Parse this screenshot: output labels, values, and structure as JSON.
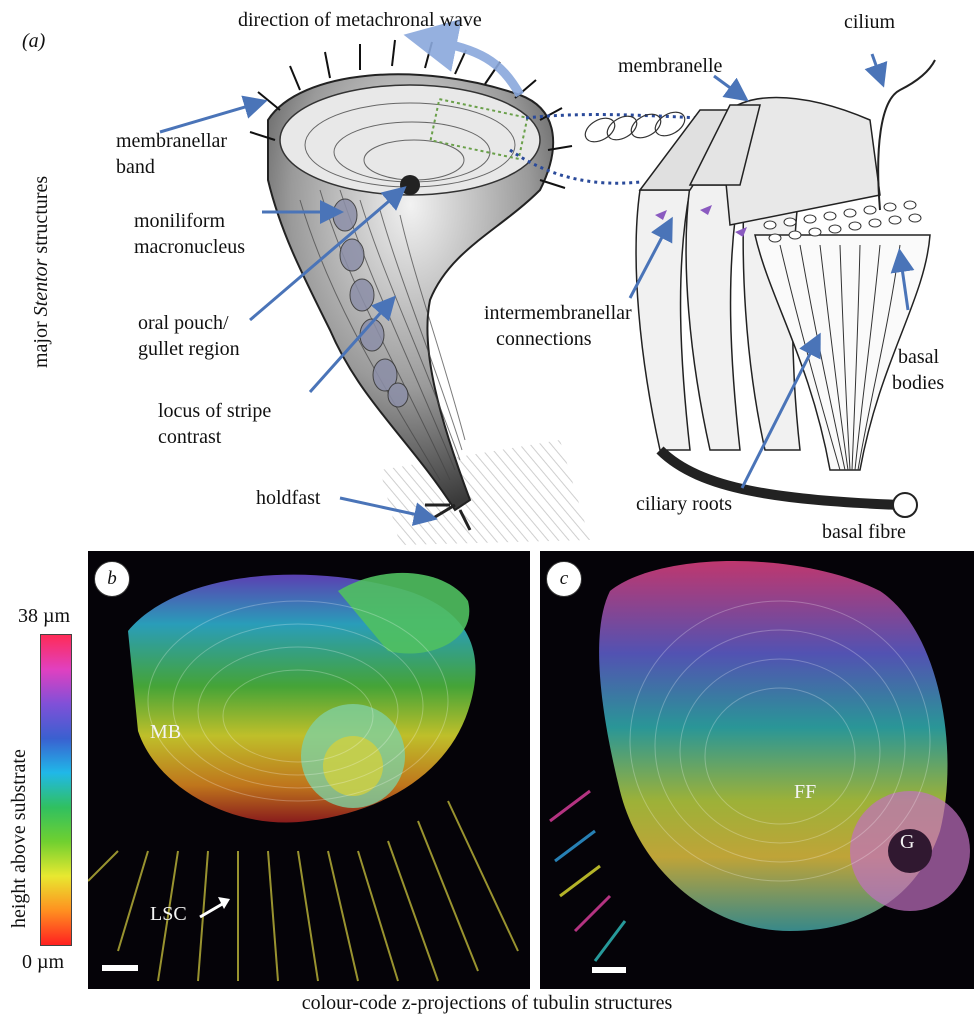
{
  "panel_a": {
    "tag": "(a)",
    "side_label_prefix": "major ",
    "side_label_italic": "Stentor",
    "side_label_suffix": " structures",
    "labels": {
      "wave": "direction of metachronal wave",
      "membranellar_band_1": "membranellar",
      "membranellar_band_2": "band",
      "moniliform_1": "moniliform",
      "moniliform_2": "macronucleus",
      "oral_1": "oral pouch/",
      "oral_2": "gullet region",
      "locus_1": "locus of stripe",
      "locus_2": "contrast",
      "holdfast": "holdfast",
      "membranelle": "membranelle",
      "cilium": "cilium",
      "inter_1": "intermembranellar",
      "inter_2": "connections",
      "basal_bodies_1": "basal",
      "basal_bodies_2": "bodies",
      "ciliary_roots": "ciliary roots",
      "basal_fibre": "basal fibre"
    }
  },
  "colorbar": {
    "top": "38 µm",
    "bottom": "0 µm",
    "axis_label": "height above substrate",
    "colors": [
      "#ff2b57",
      "#e040c0",
      "#8050d8",
      "#3a60d0",
      "#20b8e8",
      "#30c060",
      "#70d030",
      "#e8e830",
      "#ff9020",
      "#ff2020"
    ]
  },
  "panel_b": {
    "tag": "b",
    "mb": "MB",
    "lsc": "LSC"
  },
  "panel_c": {
    "tag": "c",
    "ff": "FF",
    "g": "G"
  },
  "caption": "colour-code z-projections of tubulin structures"
}
